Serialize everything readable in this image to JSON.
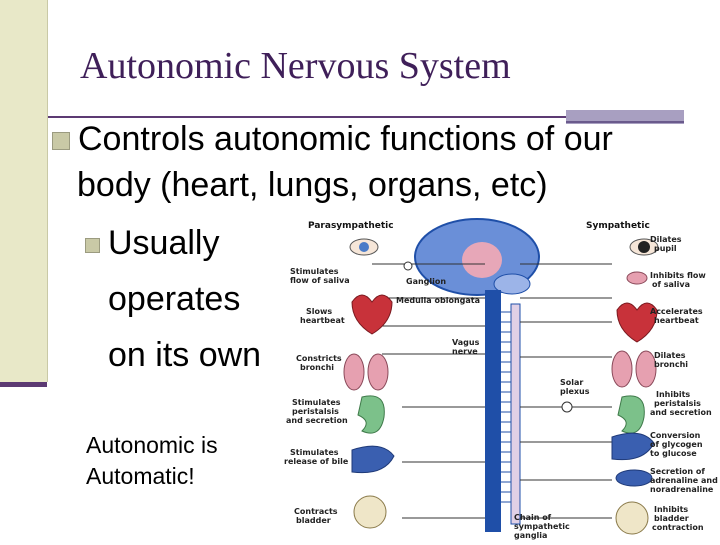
{
  "slide": {
    "title": "Autonomic Nervous System",
    "bullet1_line1": "Controls autonomic functions of our",
    "bullet1_line2": "body (heart, lungs, organs, etc)",
    "bullet2_line1": "Usually",
    "bullet2_line2": "operates",
    "bullet2_line3": "on its own",
    "note_line1": "Autonomic is",
    "note_line2": "Automatic!"
  },
  "diagram": {
    "parasympathetic_header": "Parasympathetic",
    "sympathetic_header": "Sympathetic",
    "left_labels": [
      "Stimulates",
      "flow of saliva",
      "Slows",
      "heartbeat",
      "Constricts",
      "bronchi",
      "Stimulates",
      "peristalsis",
      "and secretion",
      "Stimulates",
      "release of bile",
      "Contracts",
      "bladder"
    ],
    "center_labels": [
      "Ganglion",
      "Medulla oblongata",
      "Vagus",
      "nerve",
      "Solar",
      "plexus",
      "Chain of",
      "sympathetic",
      "ganglia"
    ],
    "right_labels": [
      "Dilates",
      "pupil",
      "Inhibits flow",
      "of saliva",
      "Accelerates",
      "heartbeat",
      "Dilates",
      "bronchi",
      "Inhibits",
      "peristalsis",
      "and secretion",
      "Conversion",
      "of glycogen",
      "to glucose",
      "Secretion of",
      "adrenaline and",
      "noradrenaline",
      "Inhibits",
      "bladder",
      "contraction"
    ],
    "colors": {
      "nerve_blue": "#1f4fa8",
      "heart_red": "#c8323a",
      "stomach_green": "#7cc18a",
      "liver_blue": "#3a5fb0",
      "brain_blue": "#6a8fd8"
    }
  }
}
